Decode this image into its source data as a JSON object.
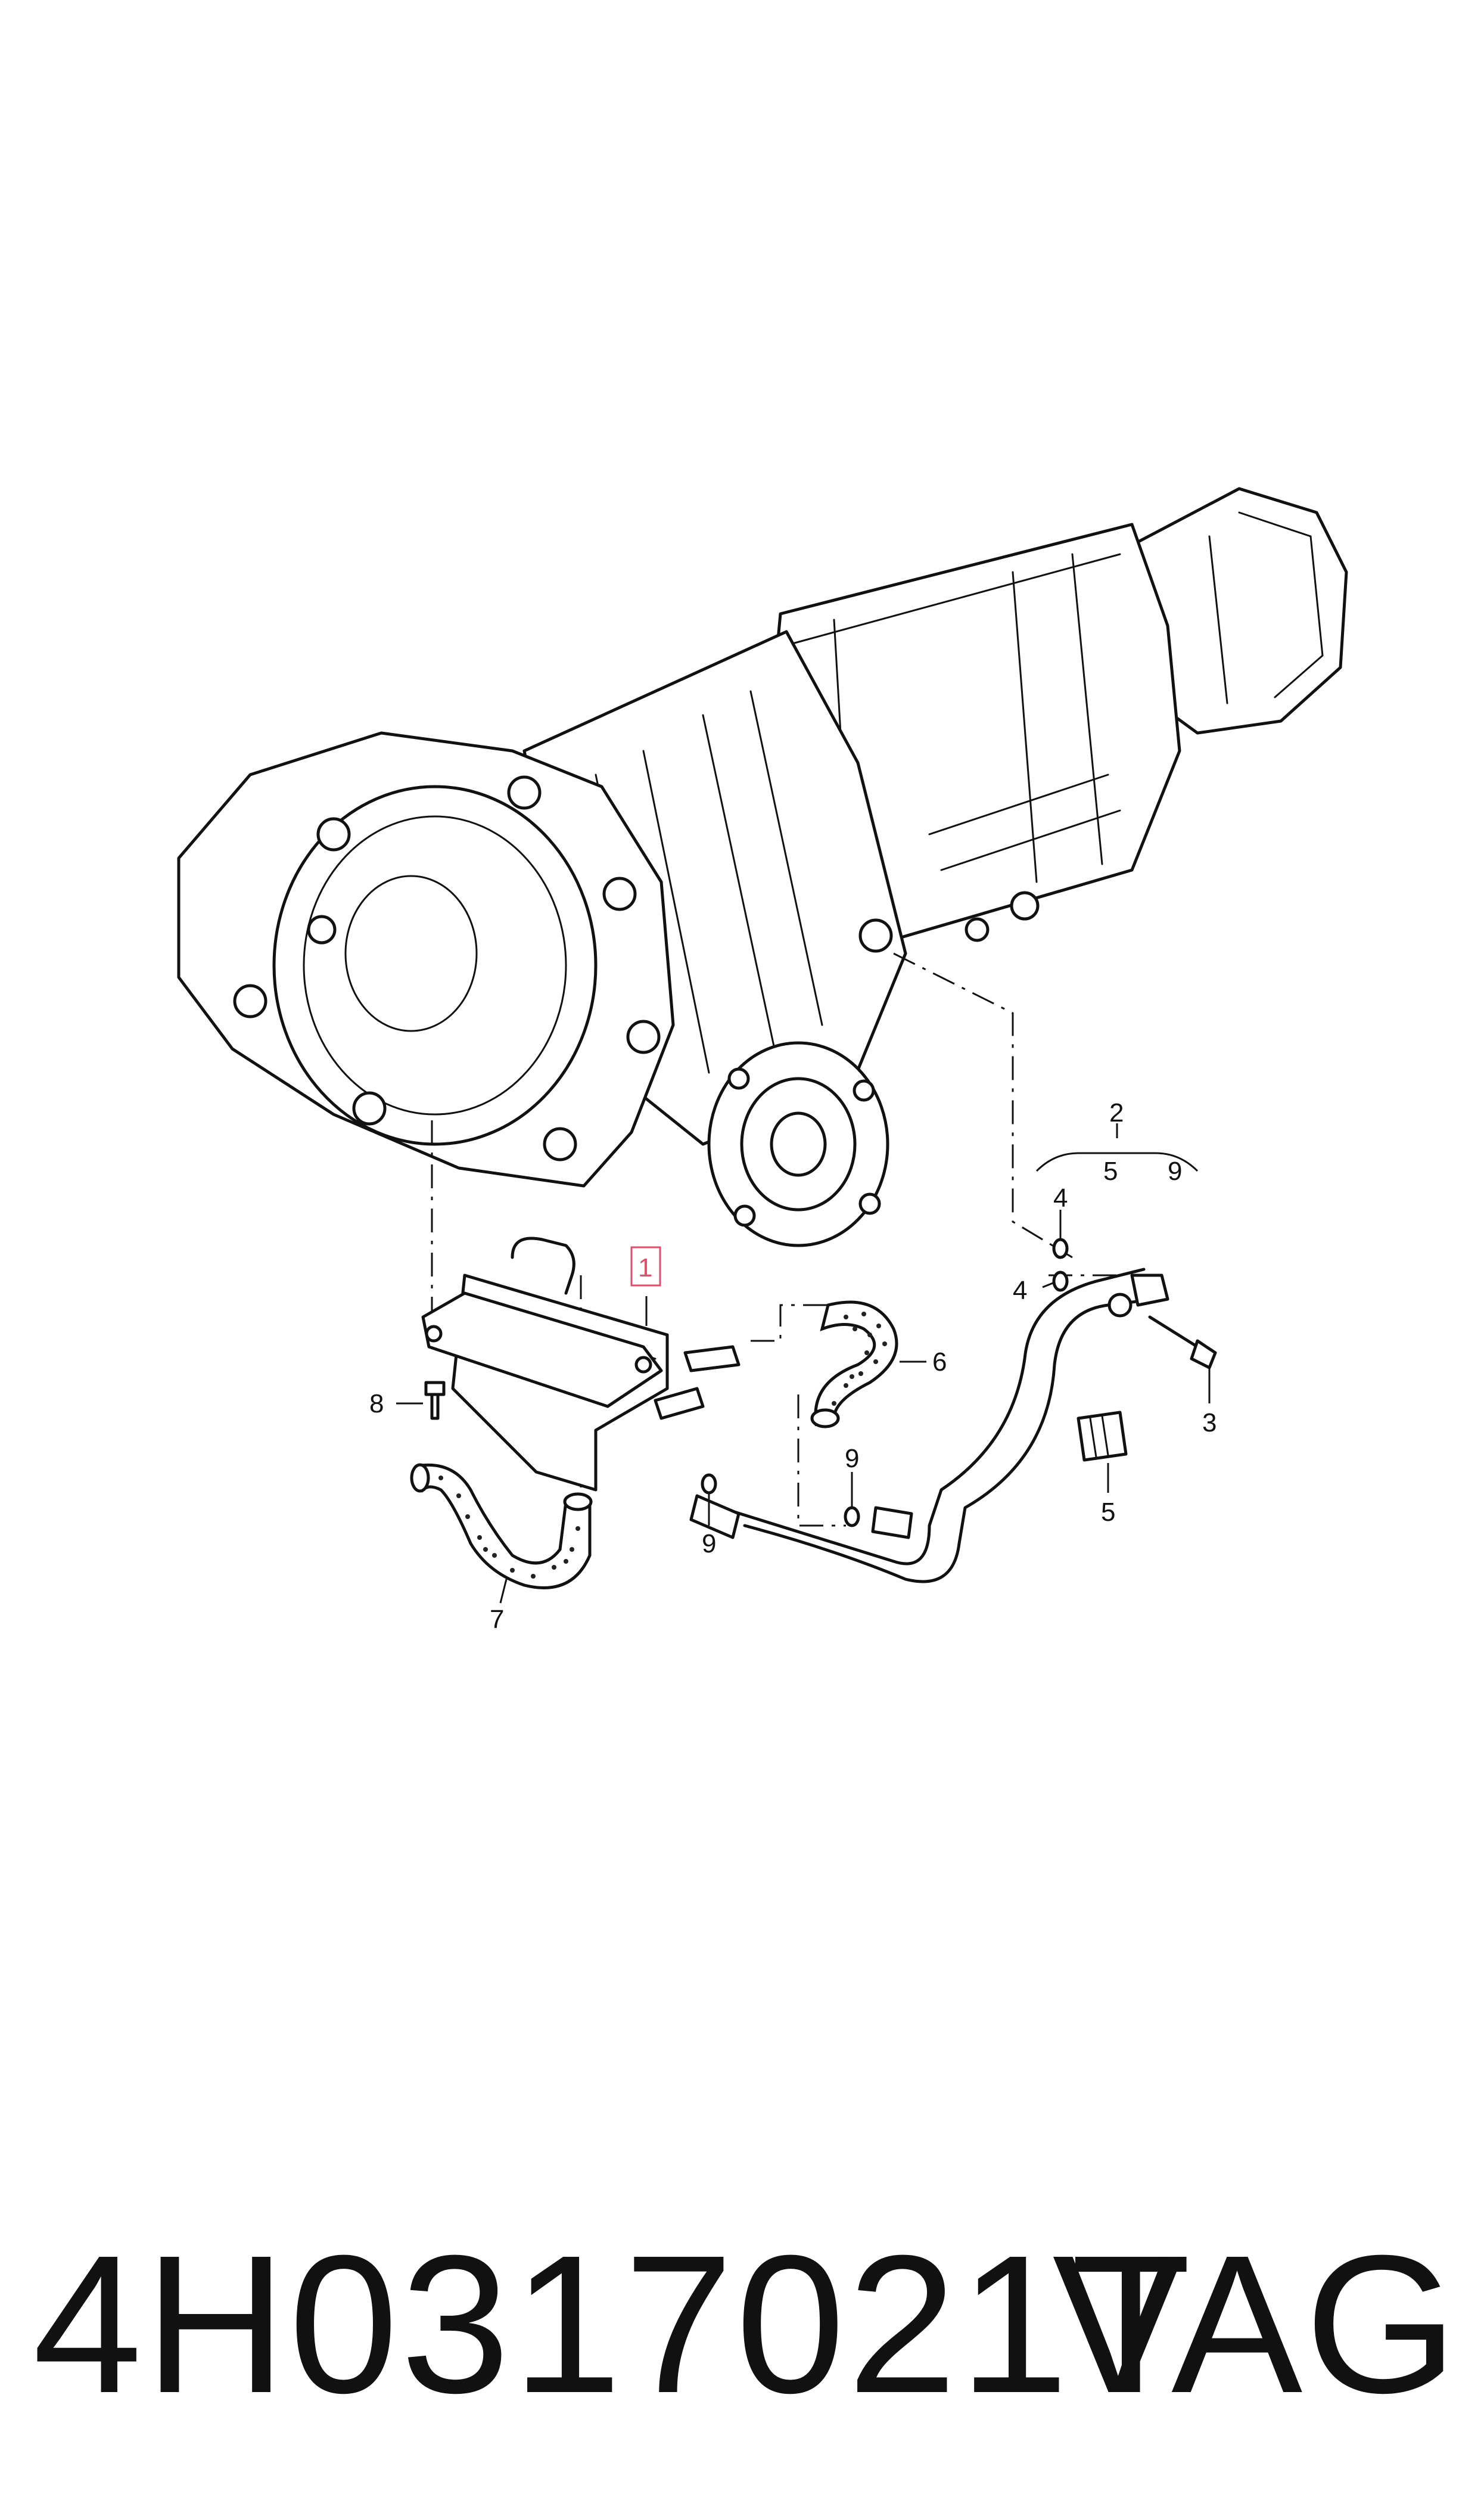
{
  "diagram": {
    "callouts": {
      "c1": "1",
      "c2": "2",
      "c2_sub_4": "4",
      "c2_sub_5": "5",
      "c2_sub_9": "9",
      "c3": "3",
      "c4": "4",
      "c5": "5",
      "c6": "6",
      "c7": "7",
      "c8": "8",
      "c9a": "9",
      "c9b": "9"
    },
    "highlight_color": "#e0506a"
  },
  "footer": {
    "part_number": "4H0317021T",
    "brand": "VAG"
  }
}
